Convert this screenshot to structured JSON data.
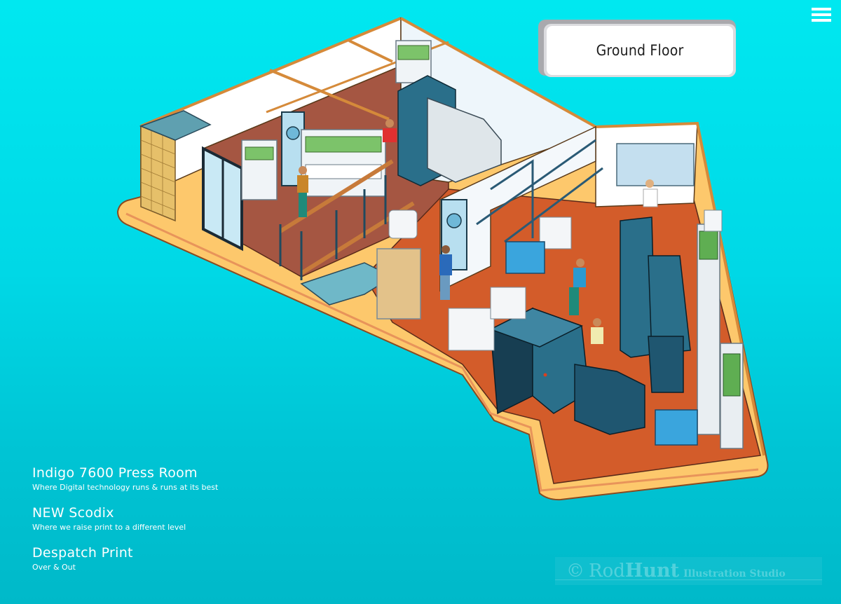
{
  "header": {
    "menu_icon": "hamburger-menu-icon",
    "floor_label": "Ground Floor"
  },
  "illustration": {
    "subject": "Isometric cutaway illustration of print works ground floor",
    "colors": {
      "background_top": "#00e8f0",
      "background_bottom": "#00b9c9",
      "pavement": "#fdc86c",
      "pavement_edge": "#e8945a",
      "floor_main": "#d35c2a",
      "floor_back": "#a55642",
      "wall": "#ffffff",
      "wall_trim": "#d58a3a",
      "machine_blue": "#2a6f8a",
      "machine_dark": "#173e52",
      "loading_bay": "#6fb8c8",
      "tile_block": "#e6c06a"
    }
  },
  "sections": [
    {
      "title": "Indigo 7600 Press Room",
      "subtitle": "Where Digital technology runs & runs at its best"
    },
    {
      "title": "NEW Scodix",
      "subtitle": "Where we raise print to a different level"
    },
    {
      "title": "Despatch Print",
      "subtitle": "Over & Out"
    }
  ],
  "watermark": {
    "copyright": "©",
    "name_first": "Rod",
    "name_last": "Hunt",
    "studio": "Illustration Studio"
  }
}
